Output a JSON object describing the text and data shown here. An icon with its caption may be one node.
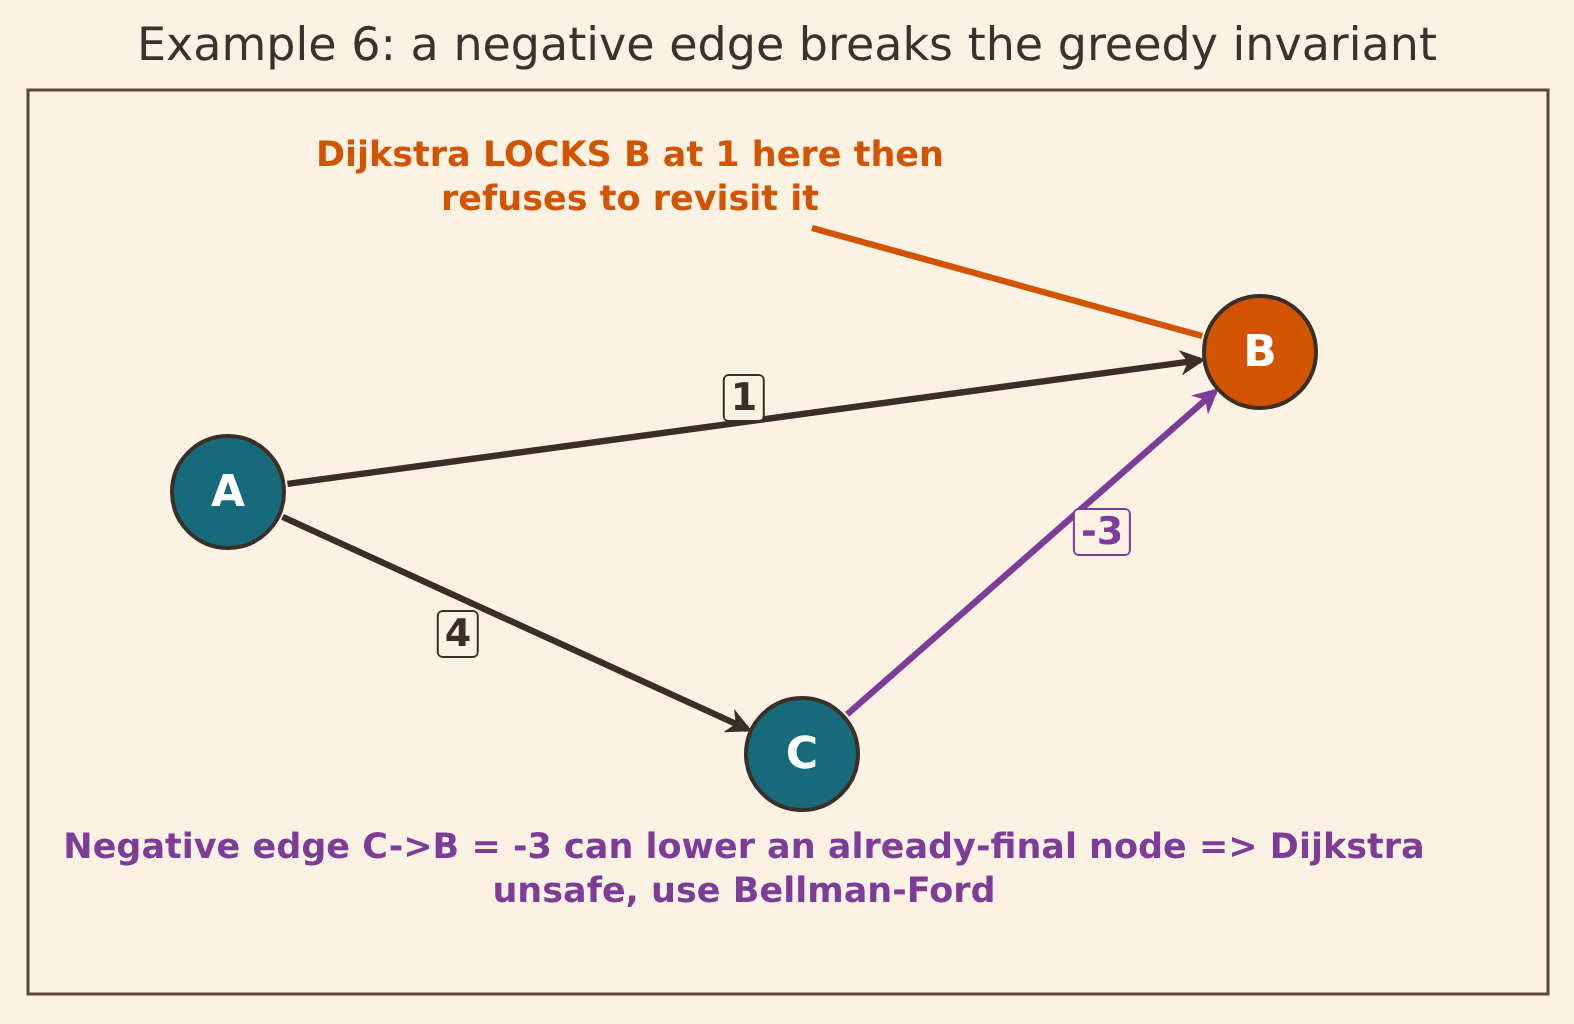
{
  "diagram": {
    "title": "Example 6: a negative edge breaks the greedy invariant",
    "nodes": [
      {
        "text": [
          "A"
        ]
      },
      {
        "text": [
          "B"
        ]
      },
      {
        "text": [
          "C"
        ]
      },
      {
        "text": [
          "Dijkstra LOCKS B at 1 here then refuses to revisit it"
        ]
      }
    ],
    "edges": [
      {
        "from": 0,
        "to": 1,
        "arrow": "to",
        "label": "1"
      },
      {
        "from": 0,
        "to": 2,
        "arrow": "to",
        "label": "4"
      },
      {
        "from": 2,
        "to": 1,
        "arrow": "to",
        "label": "-3",
        "color": "#7d3c98"
      },
      {
        "from": 3,
        "to": 1,
        "arrow": "none",
        "color": "#d35400"
      }
    ],
    "labels": [
      "Negative edge C->B = -3 can lower an already-final node => Dijkstra unsafe, use Bellman-Ford"
    ]
  }
}
